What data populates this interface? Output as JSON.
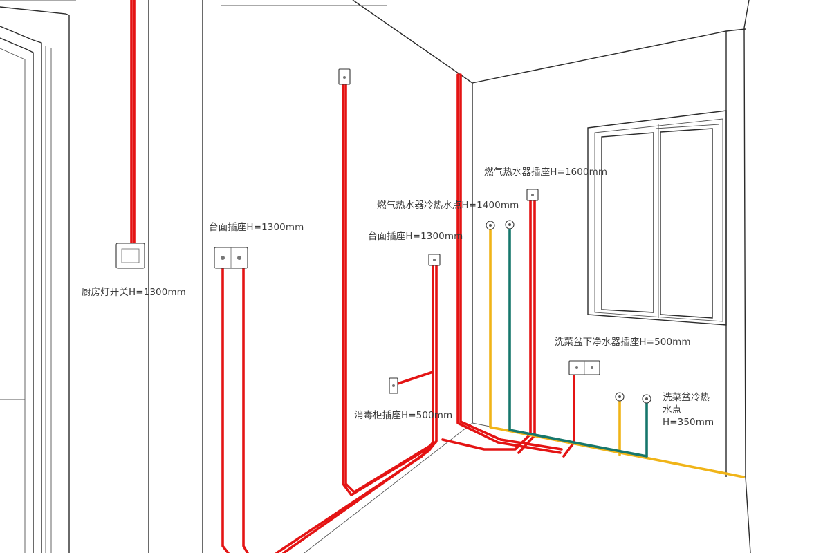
{
  "annotations": {
    "light_switch": "厨房灯开关H=1300mm",
    "counter_socket_left": "台面插座H=1300mm",
    "counter_socket_right": "台面插座H=1300mm",
    "water_heater_water": "燃气热水器冷热水点H=1400mm",
    "water_heater_socket": "燃气热水器插座H=1600mm",
    "sink_purifier_socket": "洗菜盆下净水器插座H=500mm",
    "sink_water_line1": "洗菜盆冷热",
    "sink_water_line2": "水点",
    "sink_water_line3": "H=350mm",
    "disinfection_socket": "消毒柜插座H=500mm"
  },
  "colors": {
    "electric_wire": "#e41414",
    "hot_water_pipe": "#f0b418",
    "cold_water_pipe": "#17776c",
    "line_art": "#2b2b2b"
  }
}
